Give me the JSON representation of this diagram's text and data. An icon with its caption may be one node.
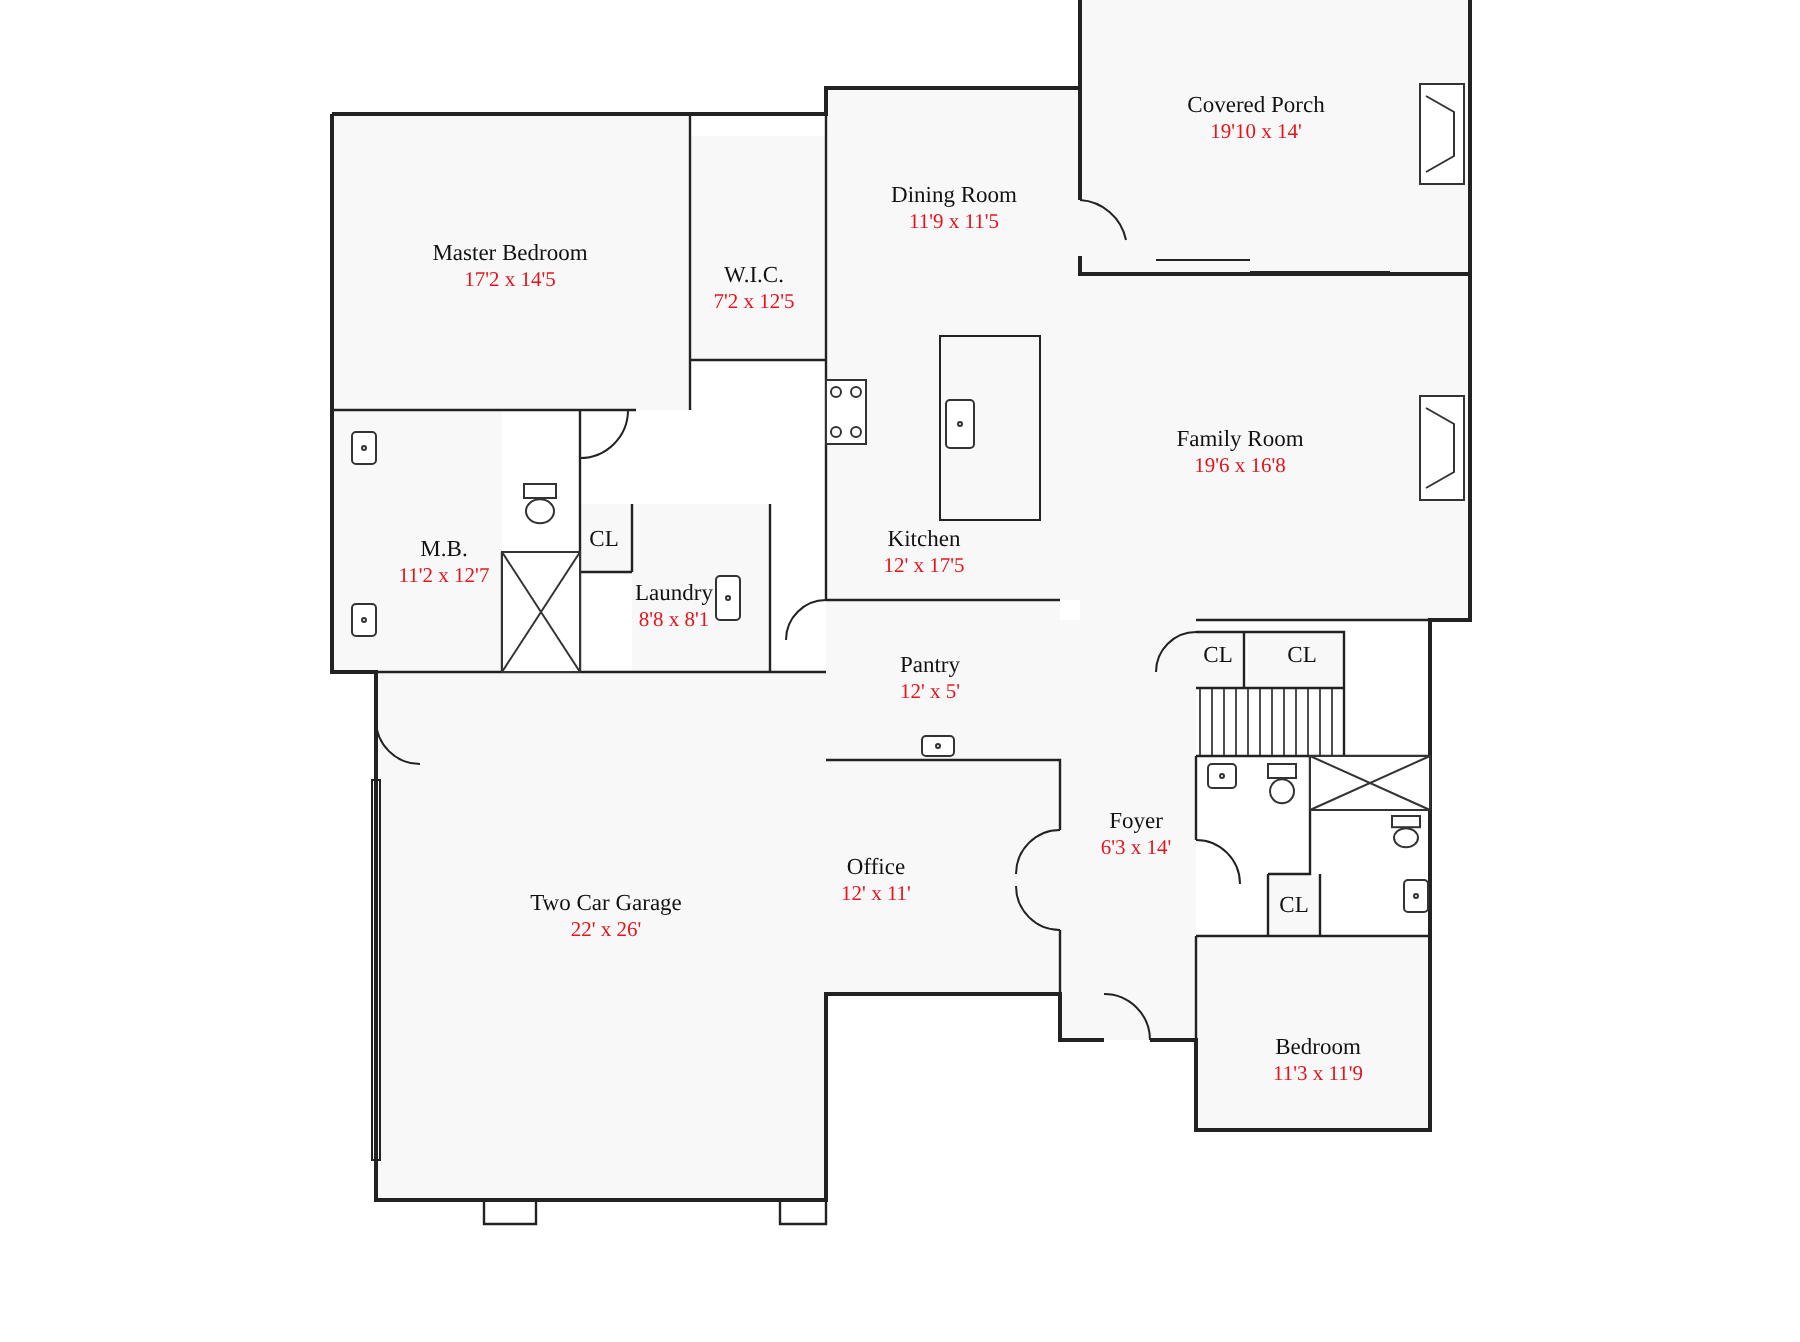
{
  "diagram": {
    "nodes": [
      {
        "text": [
          "Covered Porch",
          "19'10 x 14'"
        ]
      },
      {
        "text": [
          "Master Bedroom",
          "17'2 x 14'5"
        ]
      },
      {
        "text": [
          "Dining Room",
          "11'9 x 11'5"
        ]
      },
      {
        "text": [
          "W.I.C.",
          "7'2 x 12'5"
        ]
      },
      {
        "text": [
          "Family Room",
          "19'6 x 16'8"
        ]
      },
      {
        "text": [
          "Kitchen",
          "12' x 17'5"
        ]
      },
      {
        "text": [
          "M.B.",
          "11'2 x 12'7"
        ]
      },
      {
        "text": [
          "CL"
        ]
      },
      {
        "text": [
          "Laundry",
          "8'8 x 8'1"
        ]
      },
      {
        "text": [
          "CL"
        ]
      },
      {
        "text": [
          "CL"
        ]
      },
      {
        "text": [
          "Pantry",
          "12' x 5'"
        ]
      },
      {
        "text": [
          "Foyer",
          "6'3 x 14'"
        ]
      },
      {
        "text": [
          "Office",
          "12' x 11'"
        ]
      },
      {
        "text": [
          "Two Car Garage",
          "22' x 26'"
        ]
      },
      {
        "text": [
          "CL"
        ]
      },
      {
        "text": [
          "Bedroom",
          "11'3 x 11'9"
        ]
      }
    ]
  }
}
